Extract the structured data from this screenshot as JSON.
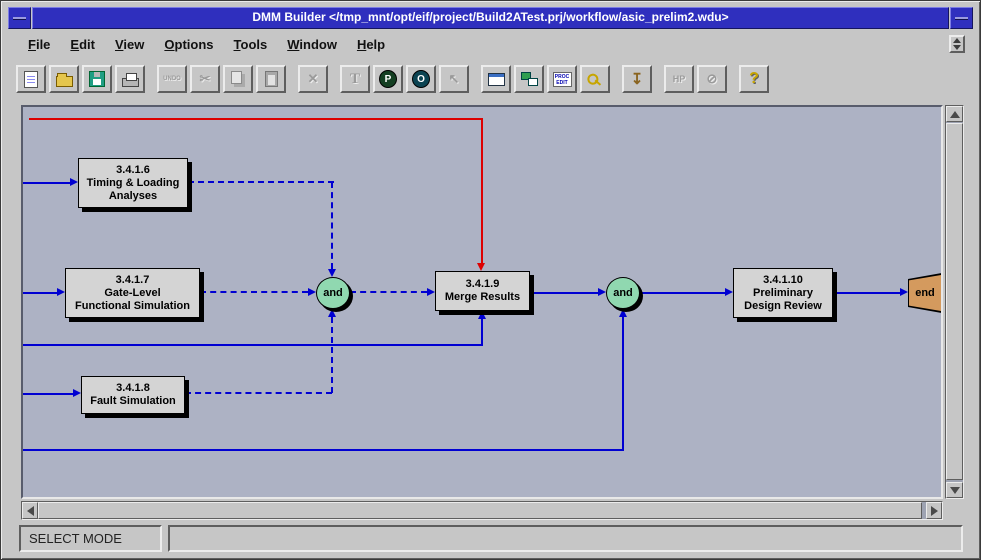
{
  "window": {
    "title": "DMM Builder </tmp_mnt/opt/eif/project/Build2ATest.prj/workflow/asic_prelim2.wdu>"
  },
  "menu": {
    "items": [
      {
        "label": "File"
      },
      {
        "label": "Edit"
      },
      {
        "label": "View"
      },
      {
        "label": "Options"
      },
      {
        "label": "Tools"
      },
      {
        "label": "Window"
      },
      {
        "label": "Help"
      }
    ]
  },
  "toolbar": {
    "buttons": [
      {
        "name": "new-document",
        "glyph": "",
        "enabled": true
      },
      {
        "name": "open-file",
        "glyph": "",
        "enabled": true
      },
      {
        "name": "save-file",
        "glyph": "",
        "enabled": true
      },
      {
        "name": "print",
        "glyph": "",
        "enabled": true
      },
      {
        "name": "undo",
        "glyph": "UNDO",
        "enabled": false
      },
      {
        "name": "cut",
        "glyph": "✂",
        "enabled": false
      },
      {
        "name": "copy",
        "glyph": "",
        "enabled": false
      },
      {
        "name": "paste",
        "glyph": "",
        "enabled": false
      },
      {
        "name": "delete",
        "glyph": "✕",
        "enabled": false
      },
      {
        "name": "text-tool",
        "glyph": "T",
        "enabled": false
      },
      {
        "name": "process-tool",
        "glyph": "P",
        "enabled": true
      },
      {
        "name": "operation-tool",
        "glyph": "O",
        "enabled": true
      },
      {
        "name": "pointer-tool",
        "glyph": "↖",
        "enabled": false
      },
      {
        "name": "edit-window",
        "glyph": "",
        "enabled": true
      },
      {
        "name": "hierarchy-view",
        "glyph": "",
        "enabled": true
      },
      {
        "name": "proc-edit",
        "glyph": "PROC EDIT",
        "enabled": true
      },
      {
        "name": "key-tool",
        "glyph": "",
        "enabled": true
      },
      {
        "name": "import-workflow",
        "glyph": "↧",
        "enabled": true
      },
      {
        "name": "hp-tool",
        "glyph": "HP",
        "enabled": false
      },
      {
        "name": "view-tool",
        "glyph": "⊘",
        "enabled": false
      },
      {
        "name": "help",
        "glyph": "?",
        "enabled": true
      }
    ]
  },
  "canvas": {
    "colors": {
      "background": "#adb2c4",
      "connector_blue": "#0000d2",
      "connector_red": "#dd0000",
      "task_fill": "#d4d4d4",
      "junction_fill": "#90d8b0",
      "end_fill": "#d49a5e"
    },
    "nodes": {
      "task6": {
        "lines": [
          "3.4.1.6",
          "Timing & Loading",
          "Analyses"
        ]
      },
      "task7": {
        "lines": [
          "3.4.1.7",
          "Gate-Level",
          "Functional Simulation"
        ]
      },
      "task8": {
        "lines": [
          "3.4.1.8",
          "Fault Simulation"
        ]
      },
      "task9": {
        "lines": [
          "3.4.1.9",
          "Merge Results"
        ]
      },
      "task10": {
        "lines": [
          "3.4.1.10",
          "Preliminary",
          "Design Review"
        ]
      },
      "and1": {
        "label": "and"
      },
      "and2": {
        "label": "and"
      },
      "end": {
        "label": "end"
      }
    },
    "edges": [
      {
        "from": "left-input",
        "to": "task-3.4.1.6",
        "style": "solid",
        "color": "#0000d2"
      },
      {
        "from": "left-input",
        "to": "task-3.4.1.7",
        "style": "solid",
        "color": "#0000d2"
      },
      {
        "from": "left-input",
        "to": "task-3.4.1.8",
        "style": "solid",
        "color": "#0000d2"
      },
      {
        "from": "task-3.4.1.6",
        "to": "and-junction-1",
        "style": "dashed",
        "color": "#0000d2"
      },
      {
        "from": "task-3.4.1.7",
        "to": "and-junction-1",
        "style": "dashed",
        "color": "#0000d2"
      },
      {
        "from": "task-3.4.1.8",
        "to": "and-junction-1",
        "style": "dashed",
        "color": "#0000d2"
      },
      {
        "from": "and-junction-1",
        "to": "task-3.4.1.9",
        "style": "dashed",
        "color": "#0000d2"
      },
      {
        "from": "left-input",
        "to": "task-3.4.1.9",
        "style": "solid",
        "color": "#dd0000"
      },
      {
        "from": "left-input",
        "to": "task-3.4.1.9",
        "style": "solid",
        "color": "#0000d2"
      },
      {
        "from": "task-3.4.1.9",
        "to": "and-junction-2",
        "style": "solid",
        "color": "#0000d2"
      },
      {
        "from": "left-input",
        "to": "and-junction-2",
        "style": "solid",
        "color": "#0000d2"
      },
      {
        "from": "and-junction-2",
        "to": "task-3.4.1.10",
        "style": "solid",
        "color": "#0000d2"
      },
      {
        "from": "task-3.4.1.10",
        "to": "end",
        "style": "solid",
        "color": "#0000d2"
      }
    ]
  },
  "statusbar": {
    "mode": "SELECT MODE",
    "message": ""
  }
}
